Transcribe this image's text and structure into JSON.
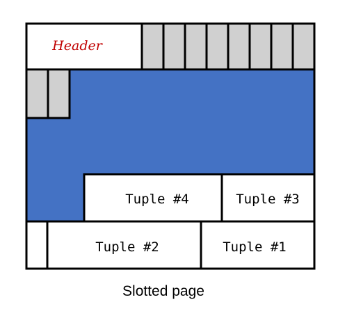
{
  "diagram": {
    "header_label": "Header",
    "tuples": [
      "Tuple #1",
      "Tuple #2",
      "Tuple #3",
      "Tuple #4"
    ],
    "slot_count": 10,
    "caption": "Slotted page",
    "colors": {
      "free_space": "#4472C4",
      "slot": "#D0D0D0",
      "tuple": "#FFFFFF",
      "header_text": "#C00000",
      "border": "#000000"
    }
  }
}
